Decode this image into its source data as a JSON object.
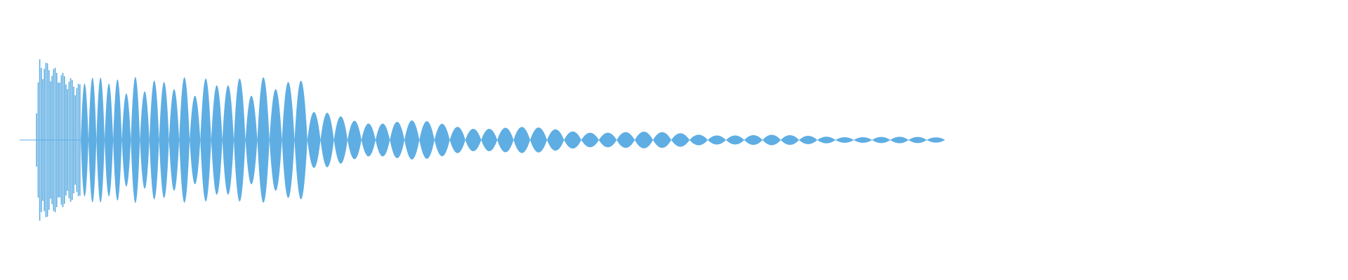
{
  "waveform": {
    "color": "#5faee3",
    "background": "#ffffff",
    "duration_fraction": 0.56,
    "envelope": {
      "attack_peak": 1.0,
      "decay": "exponential",
      "lobes": 66
    }
  }
}
